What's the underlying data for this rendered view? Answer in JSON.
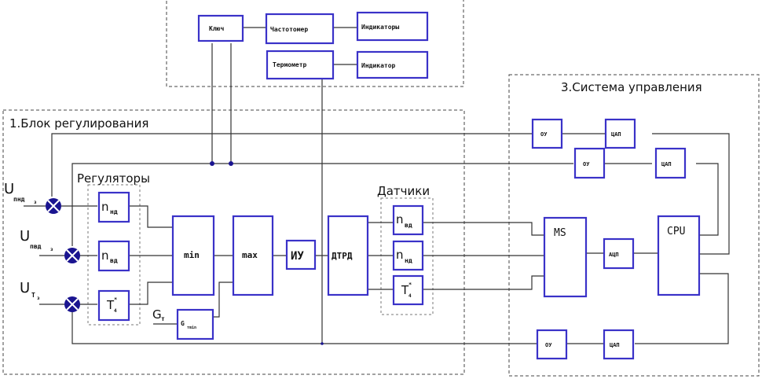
{
  "groups": {
    "indicators": {
      "label": ""
    },
    "regulation": {
      "label": "1.Блок регулирования"
    },
    "control": {
      "label": "3.Система управления"
    },
    "regulators": {
      "label": "Регуляторы"
    },
    "sensors": {
      "label": "Датчики"
    }
  },
  "top_blocks": {
    "key": "Ключ",
    "freq_meter": "Частотомер",
    "indicators": "Индикаторы",
    "thermometer": "Термометр",
    "indicator": "Индикатор"
  },
  "inputs": [
    {
      "main": "U",
      "sub": "пнд",
      "subsub": "з"
    },
    {
      "main": "U",
      "sub": "пвд",
      "subsub": "з"
    },
    {
      "main": "U",
      "sub": "T",
      "subsub": "з"
    }
  ],
  "regulator_blocks": [
    {
      "main": "n",
      "sub": "нд"
    },
    {
      "main": "n",
      "sub": "вд"
    },
    {
      "main": "T",
      "sub": "4",
      "sup": "*"
    }
  ],
  "gt_input": {
    "main": "G",
    "sub": "т"
  },
  "gt_block": {
    "main": "G",
    "sub": "тmin"
  },
  "min_block": "min",
  "max_block": "max",
  "iu_block": "ИУ",
  "engine_block": "ДТРД",
  "sensor_blocks": [
    {
      "main": "n",
      "sub": "вд"
    },
    {
      "main": "n",
      "sub": "нд"
    },
    {
      "main": "T",
      "sub": "4",
      "sup": "*"
    }
  ],
  "control_blocks": {
    "ms": "MS",
    "adc": "АЦП",
    "cpu": "CPU",
    "dac1": "ЦАП",
    "opamp1": "ОУ",
    "dac2": "ЦАП",
    "opamp2": "ОУ",
    "dac3": "ЦАП",
    "opamp3": "ОУ"
  }
}
